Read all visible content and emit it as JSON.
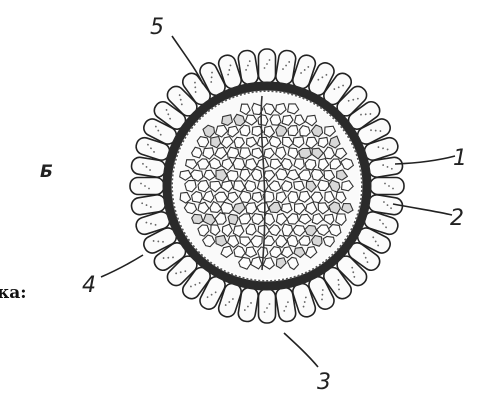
{
  "figure": {
    "panel_label": "Б",
    "callouts": [
      {
        "id": "1",
        "label": "1"
      },
      {
        "id": "2",
        "label": "2"
      },
      {
        "id": "3",
        "label": "3"
      },
      {
        "id": "4",
        "label": "4"
      },
      {
        "id": "5",
        "label": "5"
      }
    ],
    "cropped_text": "ка:",
    "colors": {
      "ink": "#222222",
      "cell_fill": "#fbfbfb",
      "background": "#ffffff"
    }
  }
}
